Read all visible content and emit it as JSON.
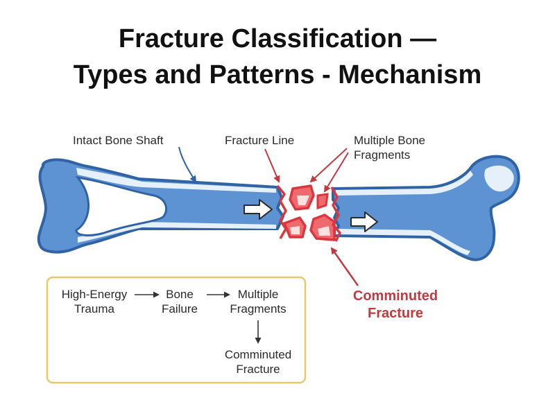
{
  "title": {
    "line1": "Fracture Classification —",
    "line2": "Types and Patterns - Mechanism"
  },
  "labels": {
    "intact_shaft": "Intact Bone Shaft",
    "fracture_line": "Fracture Line",
    "fragments_line1": "Multiple Bone",
    "fragments_line2": "Fragments",
    "comminuted_line1": "Comminuted",
    "comminuted_line2": "Fracture"
  },
  "flowchart": {
    "step1_line1": "High-Energy",
    "step1_line2": "Trauma",
    "step2_line1": "Bone",
    "step2_line2": "Failure",
    "step3_line1": "Multiple",
    "step3_line2": "Fragments",
    "step4_line1": "Comminuted",
    "step4_line2": "Fracture"
  },
  "colors": {
    "bone_outline": "#2f63a6",
    "bone_fill": "#5d93d2",
    "bone_light": "#e6f0fb",
    "fracture_red": "#d9363e",
    "fragment_fill": "#ee6a6e",
    "flow_border": "#e8c96a",
    "label_arrow_blue": "#2f63a6"
  }
}
